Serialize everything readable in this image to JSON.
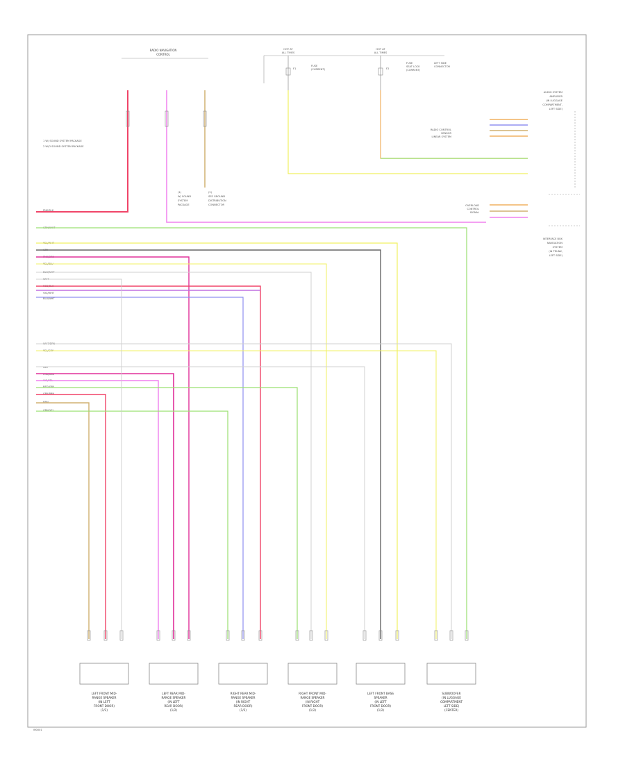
{
  "diagram": {
    "top_connector_title": [
      "RADIO NAVIGATION",
      "CONTROL"
    ],
    "fuse_boxes": [
      {
        "title": [
          "HOT AT",
          "ALL TIMES"
        ],
        "fuse": [
          "FUSE",
          "(CURRENT)"
        ],
        "fuse_id": "F1"
      },
      {
        "title": [
          "HOT AT",
          "ALL TIMES"
        ],
        "fuse": [
          "FUSE",
          "SEAT LOCK",
          "(CURRENT)",
          "LEFT SIDE",
          "CONNECTOR"
        ],
        "fuse_id": "F2"
      }
    ],
    "legend": [
      "1  W/ SOUND SYSTEM PACKAGE",
      "2  W/O SOUND SYSTEM PACKAGE"
    ],
    "ground_notes": [
      [
        "(1)",
        "W/ SOUND",
        "SYSTEM",
        "PACKAGE"
      ],
      [
        "(2)",
        "SEE GROUND",
        "DISTRIBUTION",
        "CONNECTOR"
      ]
    ],
    "right_module_top": [
      "AUDIO SYSTEM",
      "AMPLIFIER",
      "(IN LUGGAGE",
      "COMPARTMENT,",
      "LEFT SIDE)"
    ],
    "right_module_mid_label": [
      "RADIO CONTROL",
      "SENSOR",
      "LINEAR SYSTEM"
    ],
    "right_module_bottom_label": [
      "OVERLOAD",
      "CONTROL",
      "SIGNAL"
    ],
    "right_module_bottom": [
      "INTERFACE BOX",
      "NAVIGATION",
      "SYSTEM",
      "(IN TRUNK,",
      "LEFT SIDE)"
    ],
    "wire_labels_top": [
      "PNK/BLK",
      "GRN/WHT",
      "YEL/WHT",
      "GRY",
      "PNK/BRN",
      "YEL/BLU",
      "BLK/WHT",
      "WHT",
      "RED/BLK",
      "VIO/WHT",
      "BLU/WHT"
    ],
    "wire_labels_bottom": [
      "WHT/BRN",
      "YEL/GRY",
      "GRY",
      "PNK/BRN",
      "VIO/YEL",
      "RED/GRY",
      "GRY/BRN",
      "BRN",
      "GRN/YEL"
    ],
    "components": [
      [
        "LEFT FRONT MID-",
        "RANGE SPEAKER",
        "(IN LEFT",
        "FRONT DOOR)",
        "(1/2)"
      ],
      [
        "LEFT REAR MID-",
        "RANGE SPEAKER",
        "(IN LEFT",
        "REAR DOOR)",
        "(1/2)"
      ],
      [
        "RIGHT REAR MID-",
        "RANGE SPEAKER",
        "(IN RIGHT",
        "REAR DOOR)",
        "(1/2)"
      ],
      [
        "RIGHT FRONT MID-",
        "RANGE SPEAKER",
        "(IN RIGHT",
        "FRONT DOOR)",
        "(1/2)"
      ],
      [
        "LEFT FRONT BASS",
        "SPEAKER",
        "(IN LEFT",
        "FRONT DOOR)",
        "(1/2)"
      ],
      [
        "SUBWOOFER",
        "(IN LUGGAGE",
        "COMPARTMENT",
        "LEFT SIDE)",
        "(CENTER)"
      ]
    ],
    "footer_id": "W0001"
  },
  "colors": {
    "pink": "#f080ee",
    "magenta": "#e0309a",
    "red": "#f04468",
    "green": "#9ae070",
    "yellow": "#f0f060",
    "gray": "#9a9a9a",
    "lightgray": "#d0d0d0",
    "blue": "#9090f0",
    "violet": "#c070e0",
    "orange": "#f0b060",
    "tan": "#d0b070",
    "dark": "#666666"
  }
}
